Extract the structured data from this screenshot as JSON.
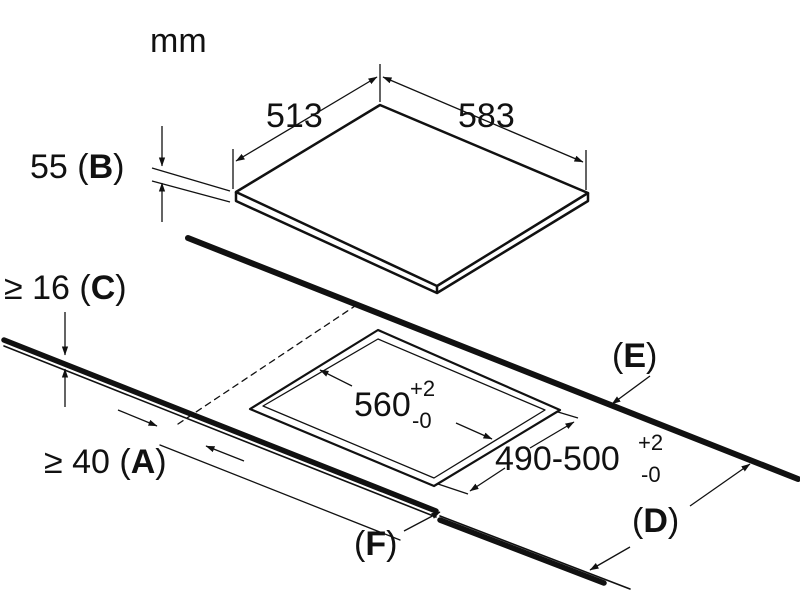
{
  "unit": "mm",
  "dimensions": {
    "hob_depth": "513",
    "hob_width": "583",
    "height": {
      "value": "55",
      "open": "(",
      "letter": "B",
      "close": ")"
    },
    "min_edge_gap": {
      "value": "≥ 16",
      "open": "(",
      "letter": "C",
      "close": ")"
    },
    "min_front_gap": {
      "value": "≥ 40",
      "open": "(",
      "letter": "A",
      "close": ")"
    },
    "cutout_width": {
      "value": "560",
      "tol_plus": "+2",
      "tol_minus": "-0"
    },
    "cutout_depth": {
      "value": "490-500",
      "tol_plus": "+2",
      "tol_minus": "-0"
    }
  },
  "labels": {
    "D": {
      "open": "(",
      "letter": "D",
      "close": ")"
    },
    "E": {
      "open": "(",
      "letter": "E",
      "close": ")"
    },
    "F": {
      "open": "(",
      "letter": "F",
      "close": ")"
    }
  },
  "colors": {
    "line": "#111111",
    "background": "#ffffff"
  }
}
